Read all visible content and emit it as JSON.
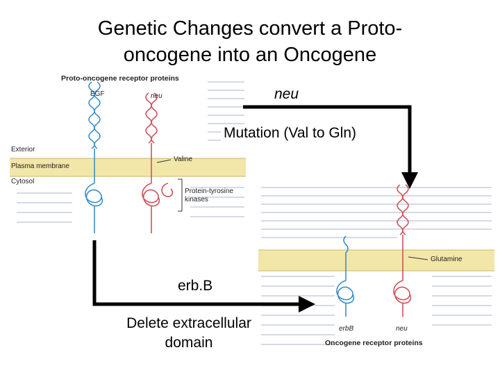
{
  "slide": {
    "title_line1": "Genetic Changes convert a Proto-",
    "title_line2": "oncogene into an Oncogene"
  },
  "annotations": {
    "neu_label": "neu",
    "mutation_label": "Mutation (Val to Gln)",
    "erbb_label": "erb.B",
    "delete_label_line1": "Delete extracellular",
    "delete_label_line2": "domain"
  },
  "top_figure": {
    "heading": "Proto-oncogene receptor proteins",
    "egf_label": "EGF",
    "neu_label": "neu",
    "exterior_label": "Exterior",
    "membrane_label": "Plasma membrane",
    "cytosol_label": "Cytosol",
    "valine_label": "Valine",
    "kinase_label_line1": "Protein-tyrosine",
    "kinase_label_line2": "kinases"
  },
  "bottom_figure": {
    "glutamine_label": "Glutamine",
    "erbb_label": "erbB",
    "neu_label": "neu",
    "caption": "Oncogene receptor proteins"
  },
  "colors": {
    "membrane": "#f2e6a8",
    "blue_receptor": "#3a8fc8",
    "red_receptor": "#d0505a",
    "arrow": "#000000"
  }
}
